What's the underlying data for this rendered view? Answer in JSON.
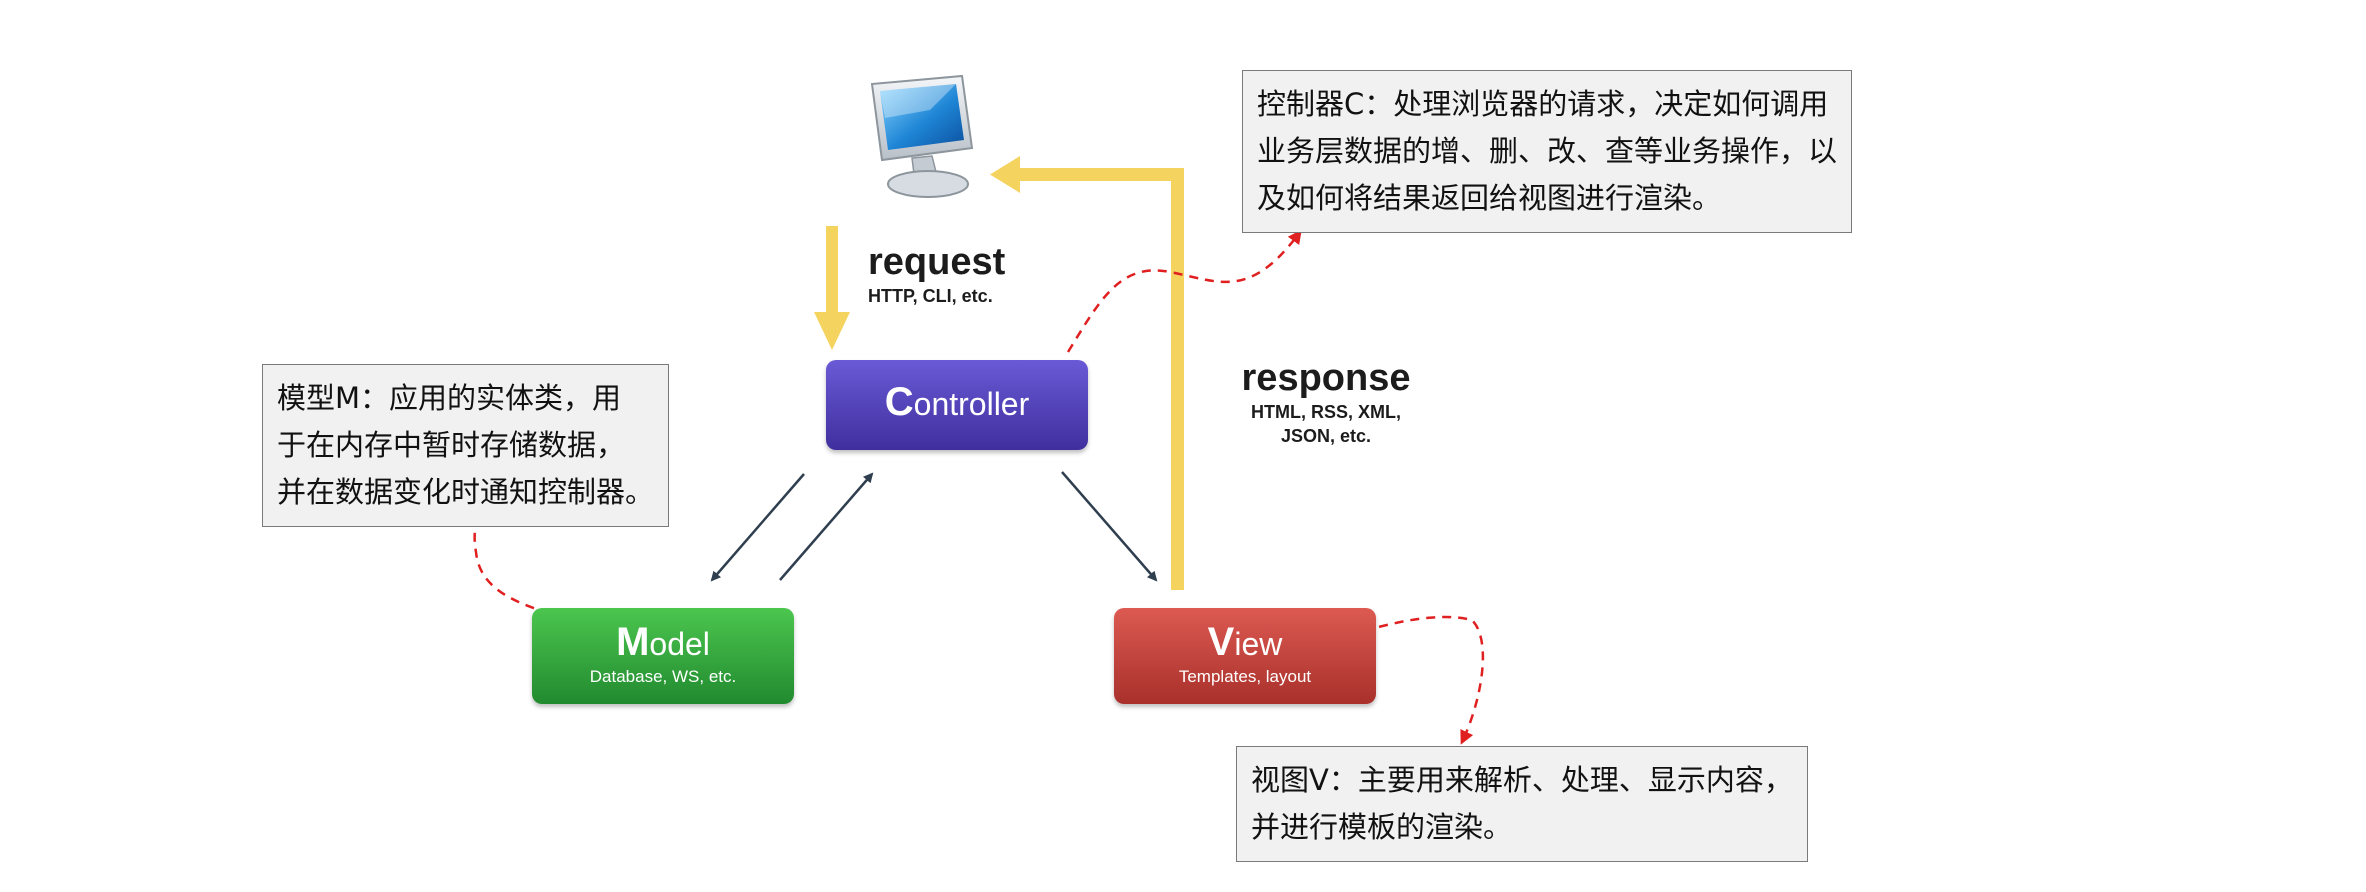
{
  "nodes": {
    "controller": {
      "initial": "C",
      "rest": "ontroller"
    },
    "model": {
      "initial": "M",
      "rest": "odel",
      "subtitle": "Database, WS, etc."
    },
    "view": {
      "initial": "V",
      "rest": "iew",
      "subtitle": "Templates, layout"
    }
  },
  "flows": {
    "request": {
      "label": "request",
      "sublabel": "HTTP, CLI, etc."
    },
    "response": {
      "label": "response",
      "sublabel_lines": [
        "HTML, RSS, XML,",
        "JSON, etc."
      ]
    }
  },
  "notes": {
    "controller": [
      "控制器C：处理浏览器的请求，决定如何调用",
      "业务层数据的增、删、改、查等业务操作，以",
      "及如何将结果返回给视图进行渲染。"
    ],
    "model": [
      "模型M：应用的实体类，用",
      "于在内存中暂时存储数据，",
      "并在数据变化时通知控制器。"
    ],
    "view": [
      "视图V：主要用来解析、处理、显示内容，",
      "并进行模板的渲染。"
    ]
  },
  "icons": {
    "client": "computer-monitor-icon"
  },
  "colors": {
    "controller": "#4b3ab4",
    "model": "#2ea43a",
    "view": "#c8403a",
    "flow_arrows": "#f4d35e",
    "annotation_lines": "#e02020",
    "connector_arrows": "#2f3f4f"
  }
}
